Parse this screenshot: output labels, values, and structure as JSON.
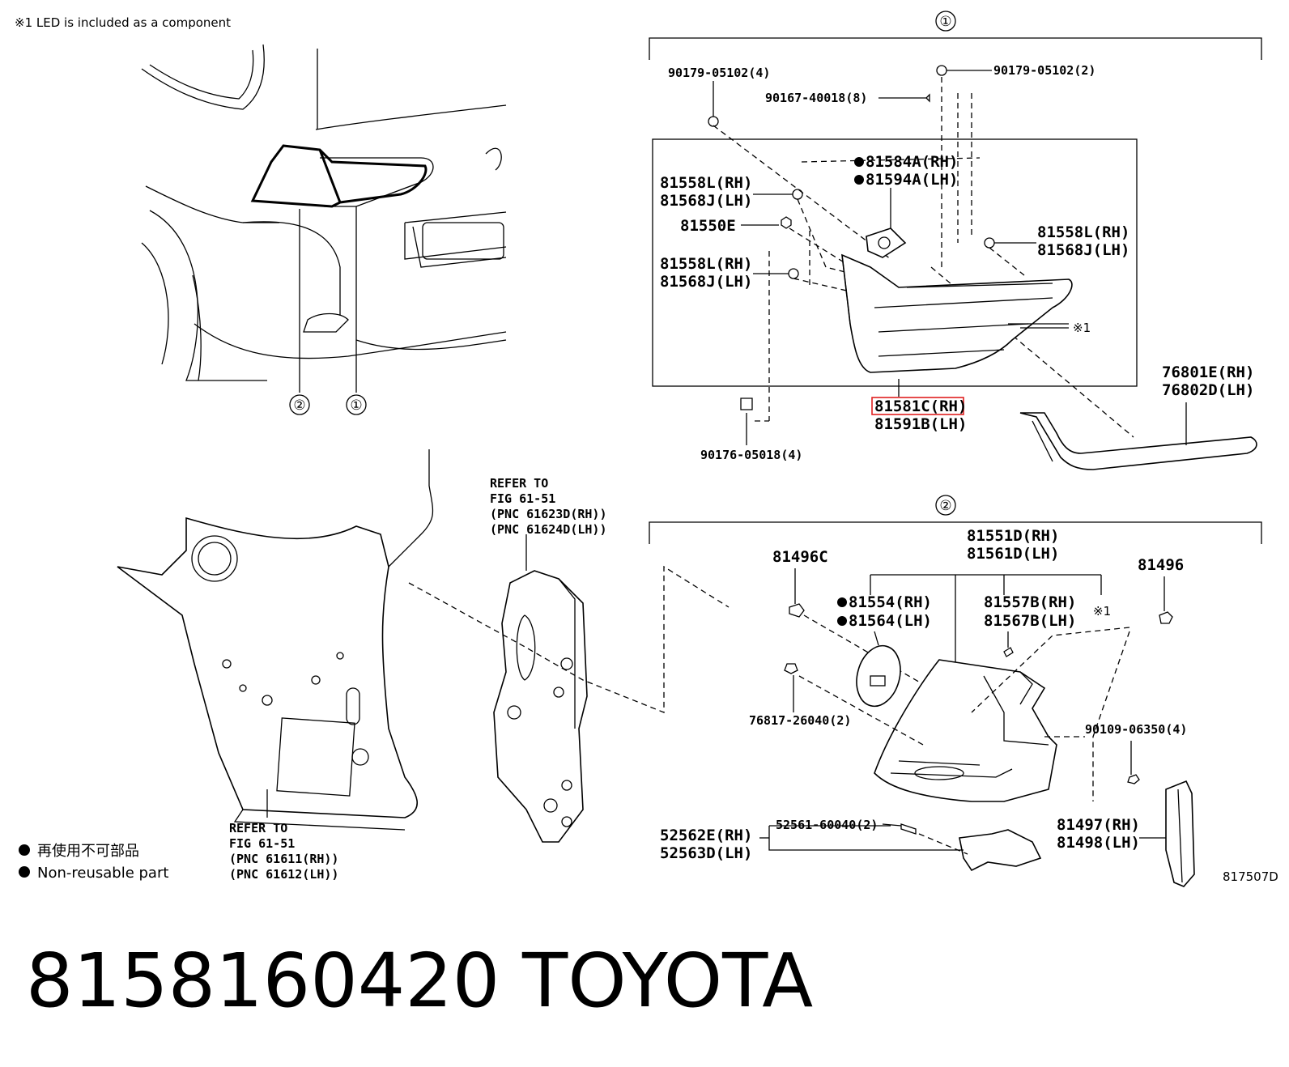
{
  "note": "※1 LED is included as a component",
  "group_markers": {
    "g1": "①",
    "g2": "②"
  },
  "callouts": {
    "c2": "②",
    "c1": "①"
  },
  "group1_parts": {
    "p90179_4": "90179-05102(4)",
    "p90179_2": "90179-05102(2)",
    "p90167": "90167-40018(8)",
    "p81584A": "81584A(RH)",
    "p81594A": "81594A(LH)",
    "p81558L_a": "81558L(RH)",
    "p81568J_a": "81568J(LH)",
    "p81550E": "81550E",
    "p81558L_b": "81558L(RH)",
    "p81568J_b": "81568J(LH)",
    "p81558L_c": "81558L(RH)",
    "p81568J_c": "81568J(LH)",
    "led_mark": "※1",
    "p81581C": "81581C(RH)",
    "p81591B": "81591B(LH)",
    "p90176": "90176-05018(4)",
    "p76801E": "76801E(RH)",
    "p76802D": "76802D(LH)"
  },
  "refer_upper": {
    "line1": "REFER TO",
    "line2": "FIG 61-51",
    "line3": "(PNC 61623D(RH))",
    "line4": "(PNC 61624D(LH))"
  },
  "group2_parts": {
    "p81496C": "81496C",
    "p81551D": "81551D(RH)",
    "p81561D": "81561D(LH)",
    "p81496": "81496",
    "p81554": "81554(RH)",
    "p81564": "81564(LH)",
    "p81557B": "81557B(RH)",
    "p81567B": "81567B(LH)",
    "led_mark": "※1",
    "p76817": "76817-26040(2)",
    "p90109": "90109-06350(4)",
    "p52562E": "52562E(RH)",
    "p52563D": "52563D(LH)",
    "p52561": "52561-60040(2)",
    "p81497": "81497(RH)",
    "p81498": "81498(LH)"
  },
  "refer_lower": {
    "line1": "REFER TO",
    "line2": "FIG 61-51",
    "line3": "(PNC 61611(RH))",
    "line4": "(PNC 61612(LH))"
  },
  "legend": {
    "jp": "再使用不可部品",
    "en": "Non-reusable part"
  },
  "figure_code": "817507D",
  "footer": {
    "part_number": "8158160420",
    "brand": "TOYOTA"
  }
}
